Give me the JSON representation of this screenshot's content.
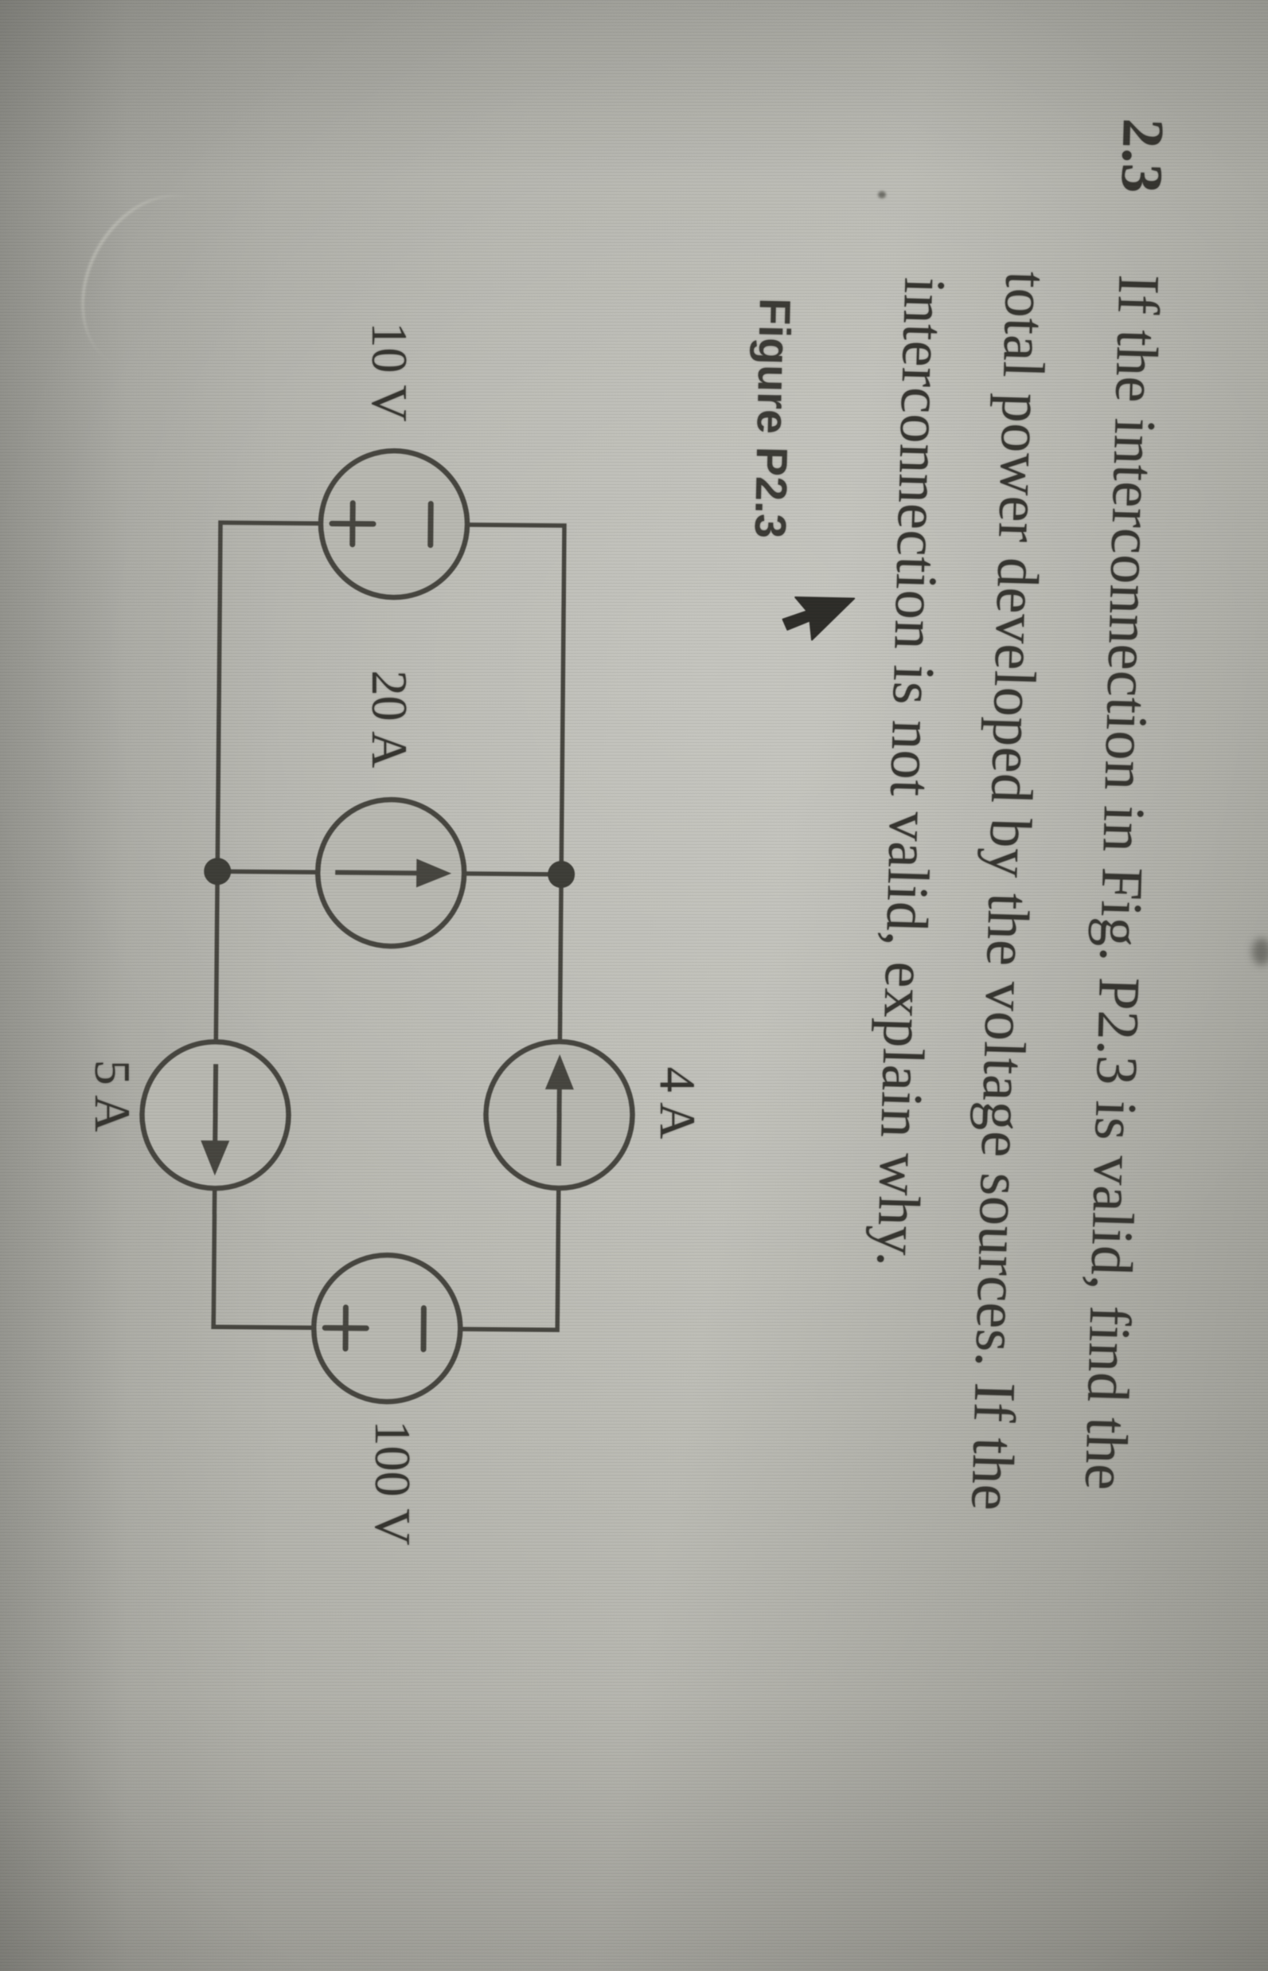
{
  "problem": {
    "number": "2.3",
    "line1": "If the interconnection in Fig. P2.3 is valid, find the",
    "line2": "total power developed by the voltage sources. If the",
    "line3": "interconnection is not valid, explain why."
  },
  "figure": {
    "caption": "Figure P2.3",
    "cursor_icon": "arrow-cursor"
  },
  "circuit": {
    "sources": [
      {
        "id": "v1",
        "type": "voltage-source",
        "label": "10 V",
        "position": "left-rail",
        "polarity": "minus-top-plus-bottom",
        "icons": [
          "minus-sign-icon",
          "plus-sign-icon"
        ]
      },
      {
        "id": "i1",
        "type": "current-source",
        "label": "20 A",
        "position": "middle-branch",
        "arrow": "up",
        "icons": [
          "arrow-up-icon"
        ]
      },
      {
        "id": "i2",
        "type": "current-source",
        "label": "4 A",
        "position": "top-wire",
        "arrow": "left",
        "icons": [
          "arrow-left-icon"
        ]
      },
      {
        "id": "i3",
        "type": "current-source",
        "label": "5 A",
        "position": "bottom-wire",
        "arrow": "right",
        "icons": [
          "arrow-right-icon"
        ]
      },
      {
        "id": "v2",
        "type": "voltage-source",
        "label": "100 V",
        "position": "right-rail",
        "polarity": "minus-top-plus-bottom",
        "icons": [
          "minus-sign-icon",
          "plus-sign-icon"
        ]
      }
    ],
    "junction_dots": 2,
    "colors": {
      "ink": "#3c3b35",
      "paper": "#b7b7b0"
    }
  }
}
